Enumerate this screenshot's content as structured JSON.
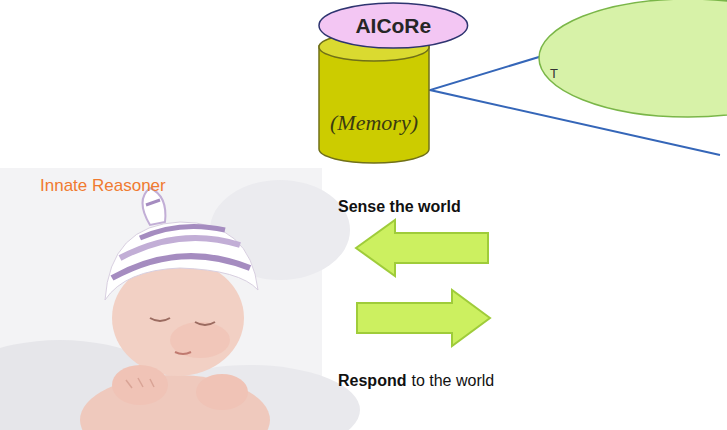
{
  "diagram": {
    "nodes": [
      {
        "text": [
          "AICoRe"
        ]
      },
      {
        "text": [
          "(Memory)"
        ]
      },
      {
        "text": [
          "T"
        ]
      }
    ],
    "edges": [
      {
        "from": 1,
        "to": 2,
        "arrow": "none"
      }
    ],
    "labels": [
      "Innate Reasoner",
      "Sense the world",
      "Respond",
      "to the world"
    ]
  }
}
